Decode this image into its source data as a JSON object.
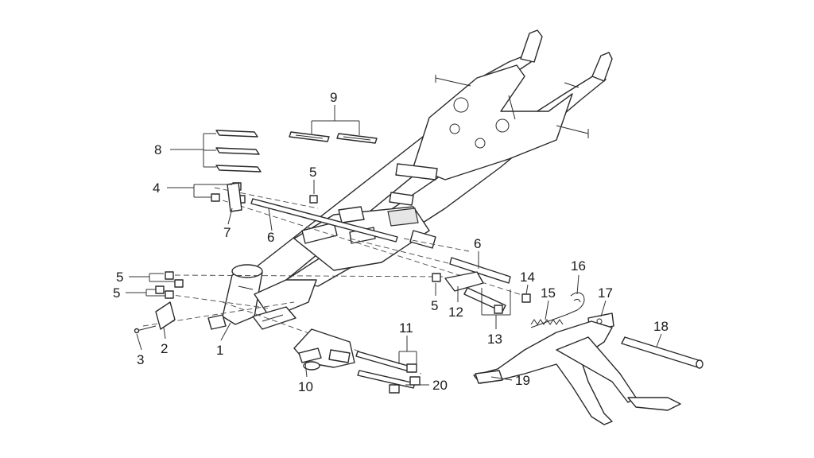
{
  "diagram": {
    "callouts": [
      {
        "id": "c1",
        "label": "1"
      },
      {
        "id": "c2",
        "label": "2"
      },
      {
        "id": "c3",
        "label": "3"
      },
      {
        "id": "c4",
        "label": "4"
      },
      {
        "id": "c5a",
        "label": "5"
      },
      {
        "id": "c5b",
        "label": "5"
      },
      {
        "id": "c5c",
        "label": "5"
      },
      {
        "id": "c5d",
        "label": "5"
      },
      {
        "id": "c6a",
        "label": "6"
      },
      {
        "id": "c6b",
        "label": "6"
      },
      {
        "id": "c7",
        "label": "7"
      },
      {
        "id": "c8",
        "label": "8"
      },
      {
        "id": "c9",
        "label": "9"
      },
      {
        "id": "c10",
        "label": "10"
      },
      {
        "id": "c11",
        "label": "11"
      },
      {
        "id": "c12",
        "label": "12"
      },
      {
        "id": "c13",
        "label": "13"
      },
      {
        "id": "c14",
        "label": "14"
      },
      {
        "id": "c15",
        "label": "15"
      },
      {
        "id": "c16",
        "label": "16"
      },
      {
        "id": "c17",
        "label": "17"
      },
      {
        "id": "c18",
        "label": "18"
      },
      {
        "id": "c19",
        "label": "19"
      },
      {
        "id": "c20",
        "label": "20"
      }
    ]
  }
}
